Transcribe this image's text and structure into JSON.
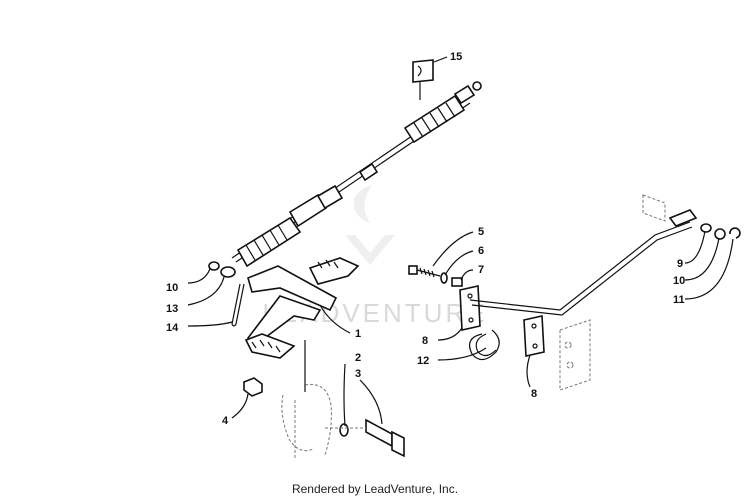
{
  "watermark": "LEADVENTURE",
  "footer": "Rendered by LeadVenture, Inc.",
  "callouts": {
    "c15": "15",
    "c5": "5",
    "c6": "6",
    "c7": "7",
    "c9": "9",
    "c10a": "10",
    "c10b": "10",
    "c11": "11",
    "c13": "13",
    "c14": "14",
    "c1": "1",
    "c8a": "8",
    "c8b": "8",
    "c12": "12",
    "c2": "2",
    "c3": "3",
    "c4": "4"
  }
}
